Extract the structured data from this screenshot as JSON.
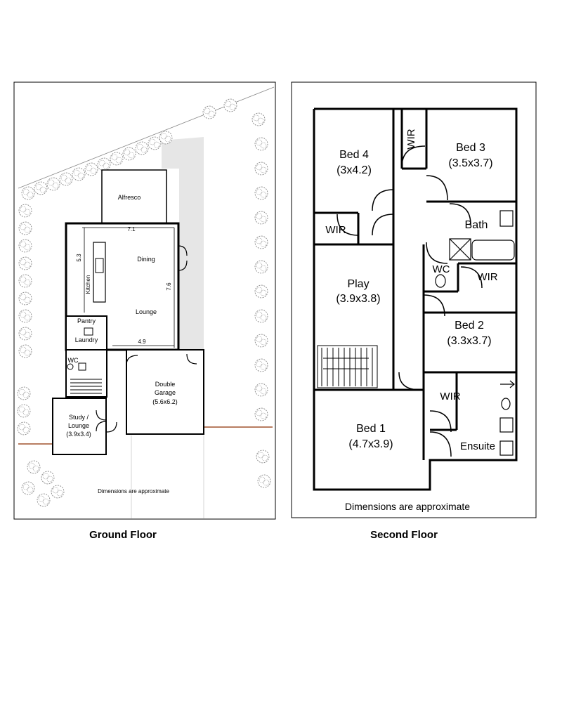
{
  "ground_floor": {
    "caption": "Ground Floor",
    "rooms": {
      "alfresco": "Alfresco",
      "dining": "Dining",
      "kitchen": "Kitchen",
      "lounge": "Lounge",
      "pantry": "Pantry",
      "laundry": "Laundry",
      "wc": "WC",
      "study": "Study /",
      "study_line2": "Lounge",
      "study_size": "(3.9x3.4)",
      "garage": "Double",
      "garage_line2": "Garage",
      "garage_size": "(5.6x6.2)"
    },
    "dimensions": {
      "width_top": "7.1",
      "kitchen_len": "5.3",
      "depth": "7.6",
      "width_bottom": "4.9"
    },
    "note": "Dimensions are approximate"
  },
  "second_floor": {
    "caption": "Second Floor",
    "rooms": {
      "bed4": "Bed 4",
      "bed4_size": "(3x4.2)",
      "bed3": "Bed 3",
      "bed3_size": "(3.5x3.7)",
      "wir_top": "WIR",
      "wir_left": "WIR",
      "wir_mid": "WIR",
      "wir_bed1": "WIR",
      "bath": "Bath",
      "wc": "WC",
      "play": "Play",
      "play_size": "(3.9x3.8)",
      "bed2": "Bed 2",
      "bed2_size": "(3.3x3.7)",
      "bed1": "Bed 1",
      "bed1_size": "(4.7x3.9)",
      "ensuite": "Ensuite"
    },
    "note": "Dimensions are approximate"
  }
}
